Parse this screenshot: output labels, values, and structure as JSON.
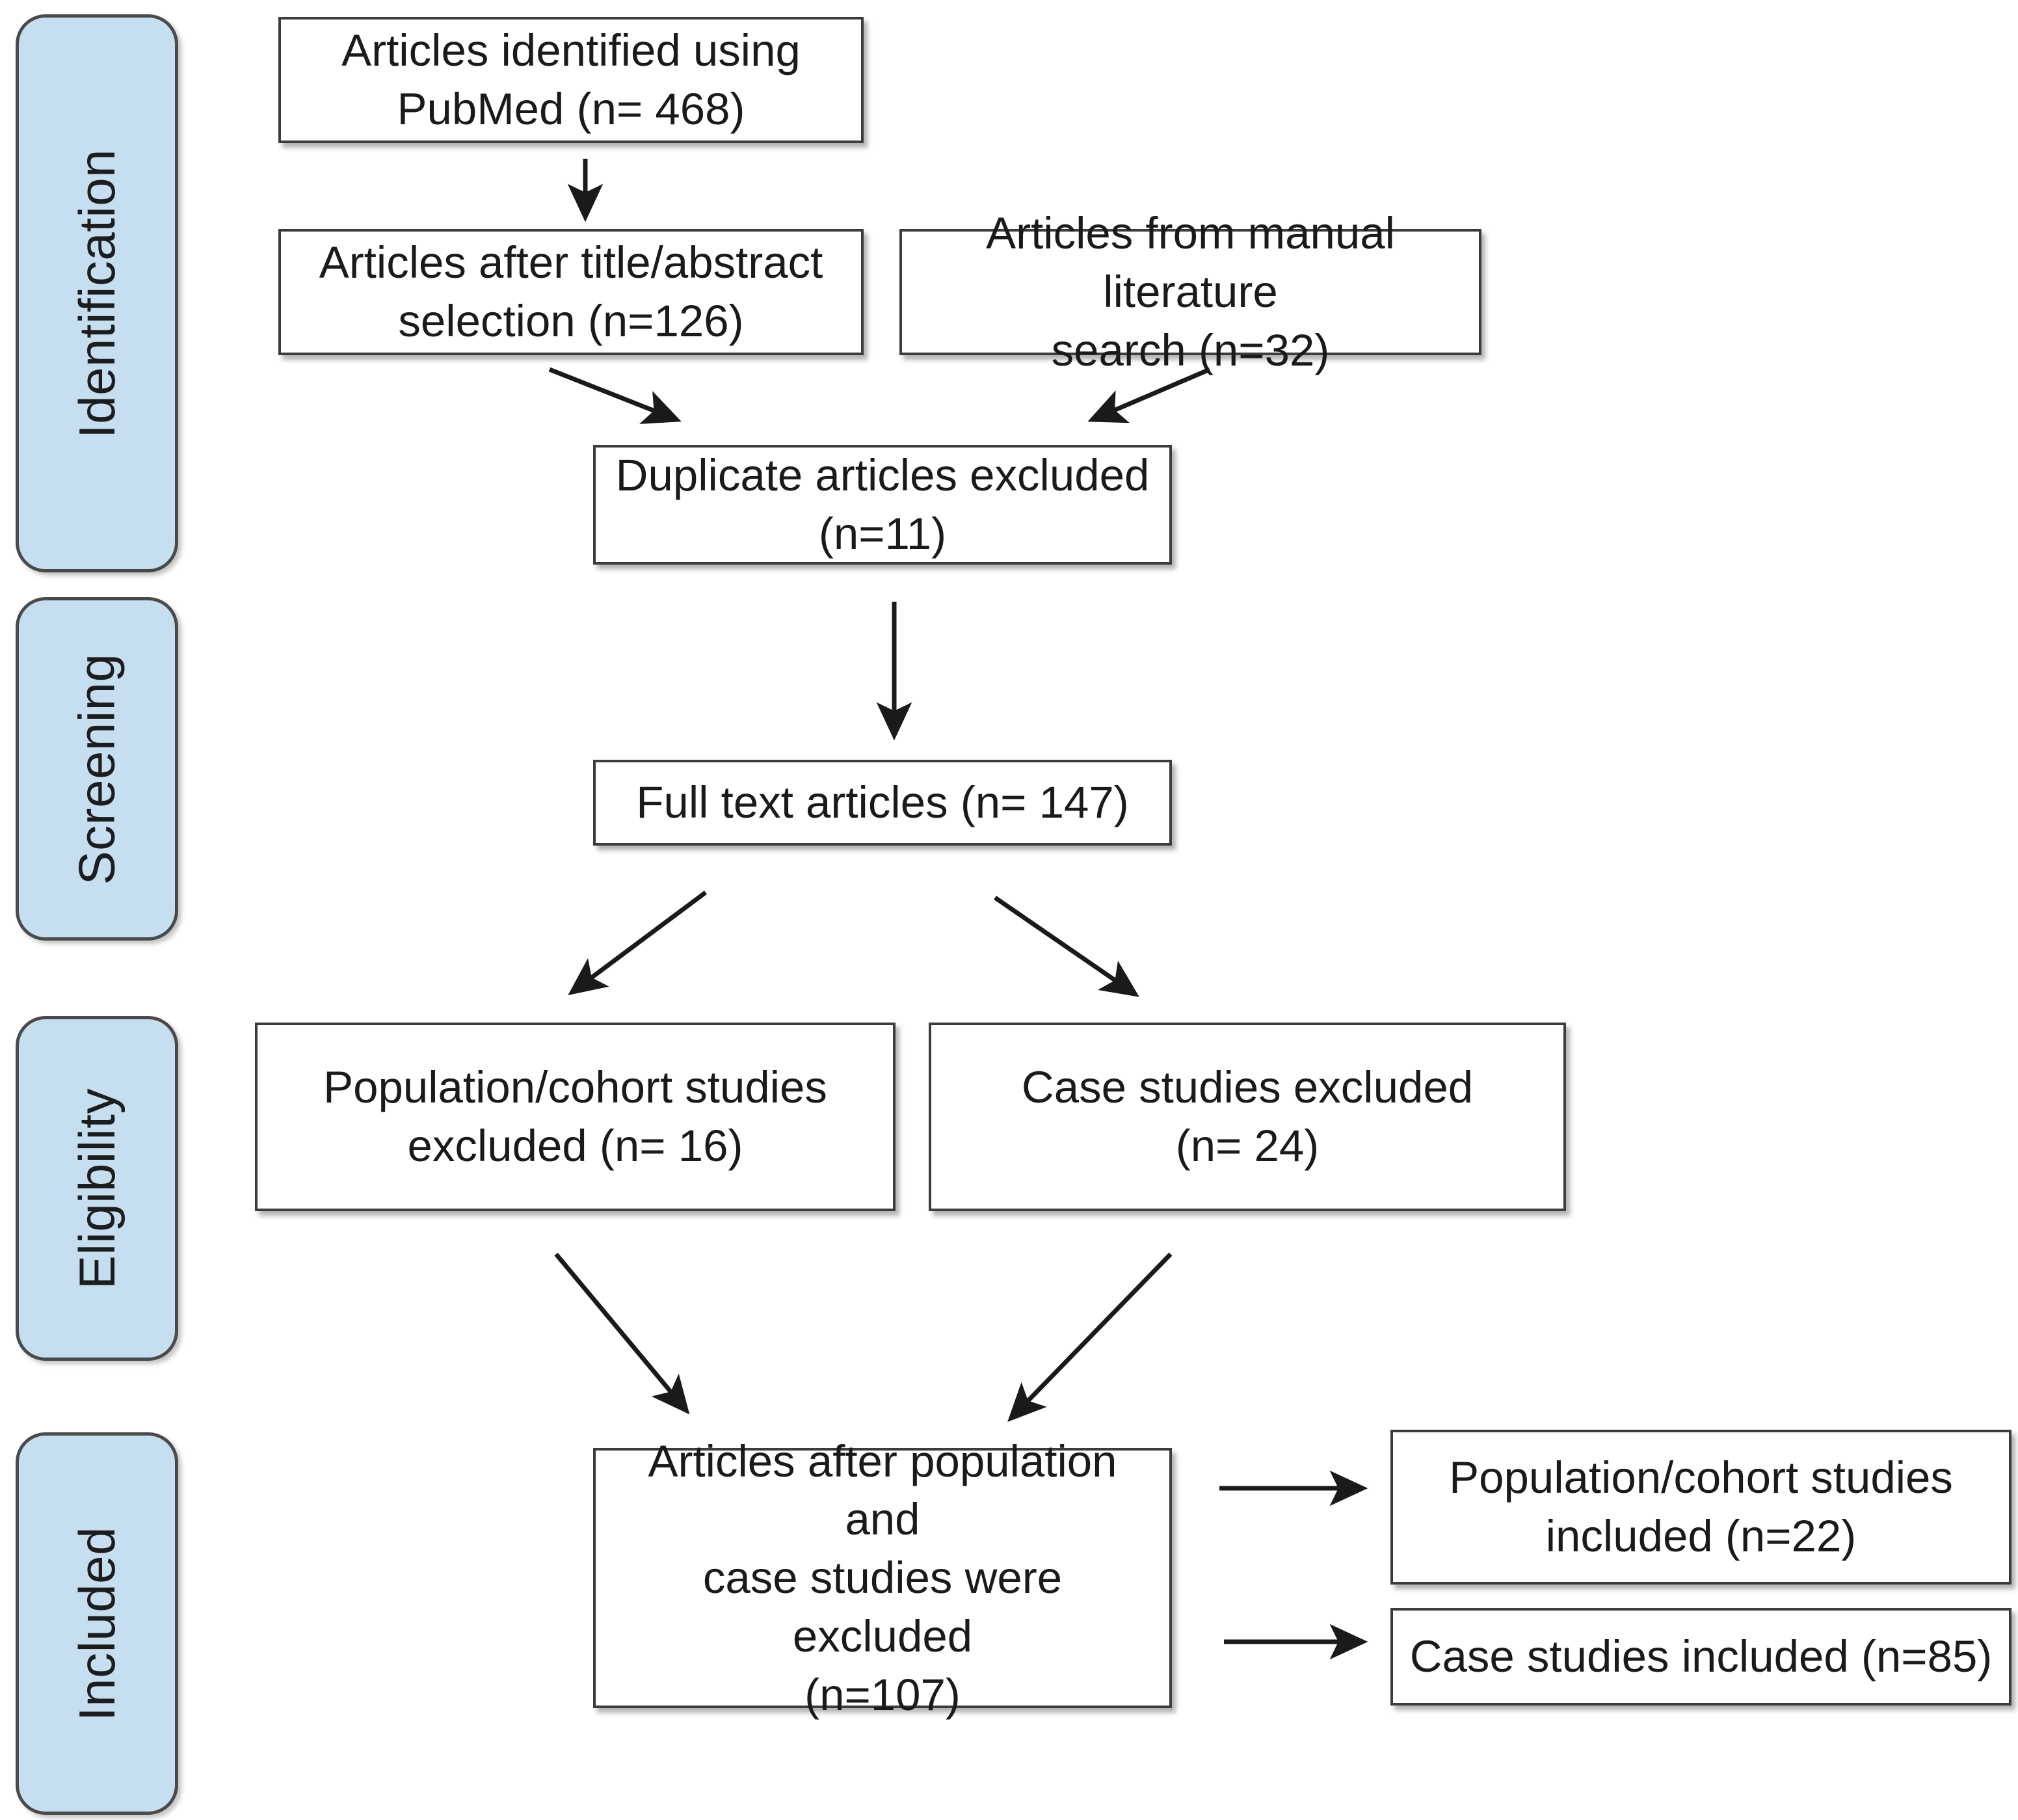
{
  "diagram": {
    "type": "prisma-flow-diagram",
    "stages": [
      {
        "id": "identification",
        "label": "Identification"
      },
      {
        "id": "screening",
        "label": "Screening"
      },
      {
        "id": "eligibility",
        "label": "Eligibility"
      },
      {
        "id": "included",
        "label": "Included"
      }
    ],
    "boxes": [
      {
        "id": "identified-pubmed",
        "stage": "identification",
        "text": "Articles identified using\nPubMed (n= 468)",
        "count": 468
      },
      {
        "id": "after-title-abstract",
        "stage": "identification",
        "text": "Articles after title/abstract\nselection (n=126)",
        "count": 126
      },
      {
        "id": "manual-literature-search",
        "stage": "identification",
        "text": "Articles from manual literature\nsearch (n=32)",
        "count": 32
      },
      {
        "id": "duplicates-excluded",
        "stage": "identification",
        "text": "Duplicate articles excluded\n(n=11)",
        "count": 11
      },
      {
        "id": "full-text-articles",
        "stage": "screening",
        "text": "Full text articles  (n= 147)",
        "count": 147
      },
      {
        "id": "population-cohort-excluded",
        "stage": "eligibility",
        "text": "Population/cohort  studies\nexcluded (n= 16)",
        "count": 16
      },
      {
        "id": "case-studies-excluded",
        "stage": "eligibility",
        "text": "Case studies excluded\n(n= 24)",
        "count": 24
      },
      {
        "id": "articles-after-exclusions",
        "stage": "included",
        "text": "Articles after population and\ncase studies were excluded\n(n=107)",
        "count": 107
      },
      {
        "id": "population-cohort-included",
        "stage": "included",
        "text": "Population/cohort studies\nincluded  (n=22)",
        "count": 22
      },
      {
        "id": "case-studies-included",
        "stage": "included",
        "text": "Case studies included (n=85)",
        "count": 85
      }
    ],
    "colors": {
      "stage_fill": "#c5dff0",
      "stage_border": "#4a4a4a",
      "box_fill": "#ffffff",
      "box_border": "#3c3c3c",
      "arrow": "#1a1a1a",
      "text": "#1a1a1a"
    }
  }
}
